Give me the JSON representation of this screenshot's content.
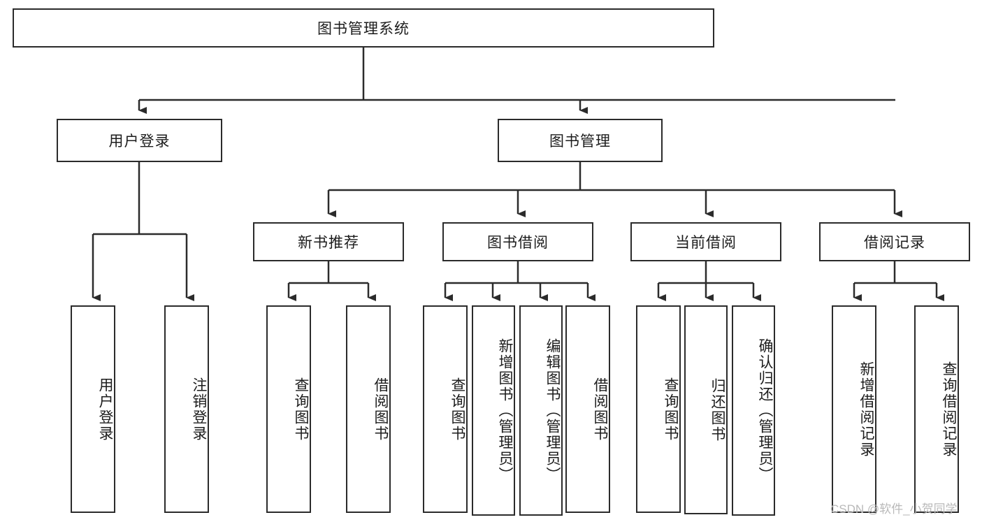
{
  "diagram": {
    "title": "图书管理系统",
    "type": "tree",
    "orientation": "top-down",
    "colors": {
      "box_border": "#2b2b2b",
      "box_fill": "#ffffff",
      "text": "#1c1c1c",
      "connector": "#2b2b2b",
      "watermark": "#b9b9b9"
    },
    "root": {
      "label": "图书管理系统"
    },
    "level2": [
      {
        "label": "用户登录"
      },
      {
        "label": "图书管理"
      }
    ],
    "level3": [
      {
        "label": "新书推荐"
      },
      {
        "label": "图书借阅"
      },
      {
        "label": "当前借阅"
      },
      {
        "label": "借阅记录"
      }
    ],
    "leaves": {
      "user_login": [
        {
          "label": "用户登录"
        },
        {
          "label": "注销登录"
        }
      ],
      "new_book_recommend": [
        {
          "label": "查询图书"
        },
        {
          "label": "借阅图书"
        }
      ],
      "book_borrow": [
        {
          "label": "查询图书"
        },
        {
          "label": "新增图书（管理员）"
        },
        {
          "label": "编辑图书（管理员）"
        },
        {
          "label": "借阅图书"
        }
      ],
      "current_borrow": [
        {
          "label": "查询图书"
        },
        {
          "label": "归还图书"
        },
        {
          "label": "确认归还（管理员）"
        }
      ],
      "borrow_record": [
        {
          "label": "新增借阅记录"
        },
        {
          "label": "查询借阅记录"
        }
      ]
    }
  },
  "watermark": {
    "text": "CSDN @软件_小贺同学"
  }
}
